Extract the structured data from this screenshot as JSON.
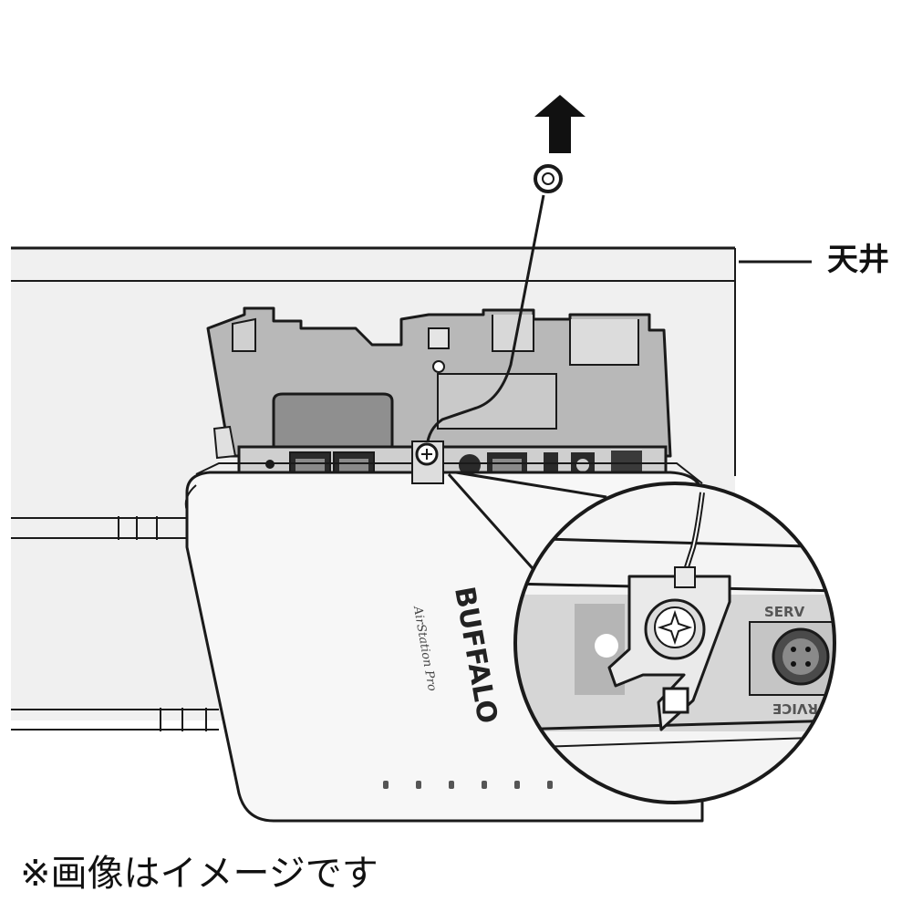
{
  "labels": {
    "ceiling": "天井",
    "caption": "※画像はイメージです"
  },
  "device": {
    "brand": "BUFFALO",
    "model": "AirStation Pro"
  },
  "zoom_detail": {
    "port_label_top": "SERV",
    "port_label_bottom": "RVICE"
  },
  "colors": {
    "line": "#1a1a1a",
    "ceiling_fill": "#f0f0f0",
    "plate_fill": "#b8b8b8",
    "device_fill": "#f7f7f7",
    "port_panel": "#cfcfcf"
  },
  "icons": {
    "pull_direction": "up-arrow-icon",
    "screw": "screw-icon"
  }
}
